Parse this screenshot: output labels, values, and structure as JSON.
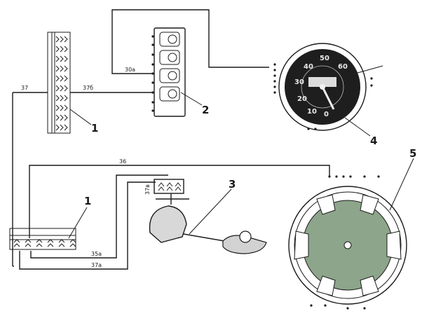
{
  "callouts": {
    "c1_top": "1",
    "c1_bottom": "1",
    "c2": "2",
    "c3": "3",
    "c4": "4",
    "c5": "5"
  },
  "wires": {
    "w37": "37",
    "w37b": "37б",
    "w30a": "30а",
    "w36": "36",
    "w37v": "37в",
    "w35a": "35а",
    "w37a": "37а"
  },
  "gauge": {
    "ticks": [
      "40",
      "50",
      "60",
      "30",
      "20",
      "10",
      "0"
    ]
  },
  "colors": {
    "ink": "#1a1a1a",
    "speedo_face": "#1e1e1e",
    "rotor_fill": "#8da58a"
  }
}
